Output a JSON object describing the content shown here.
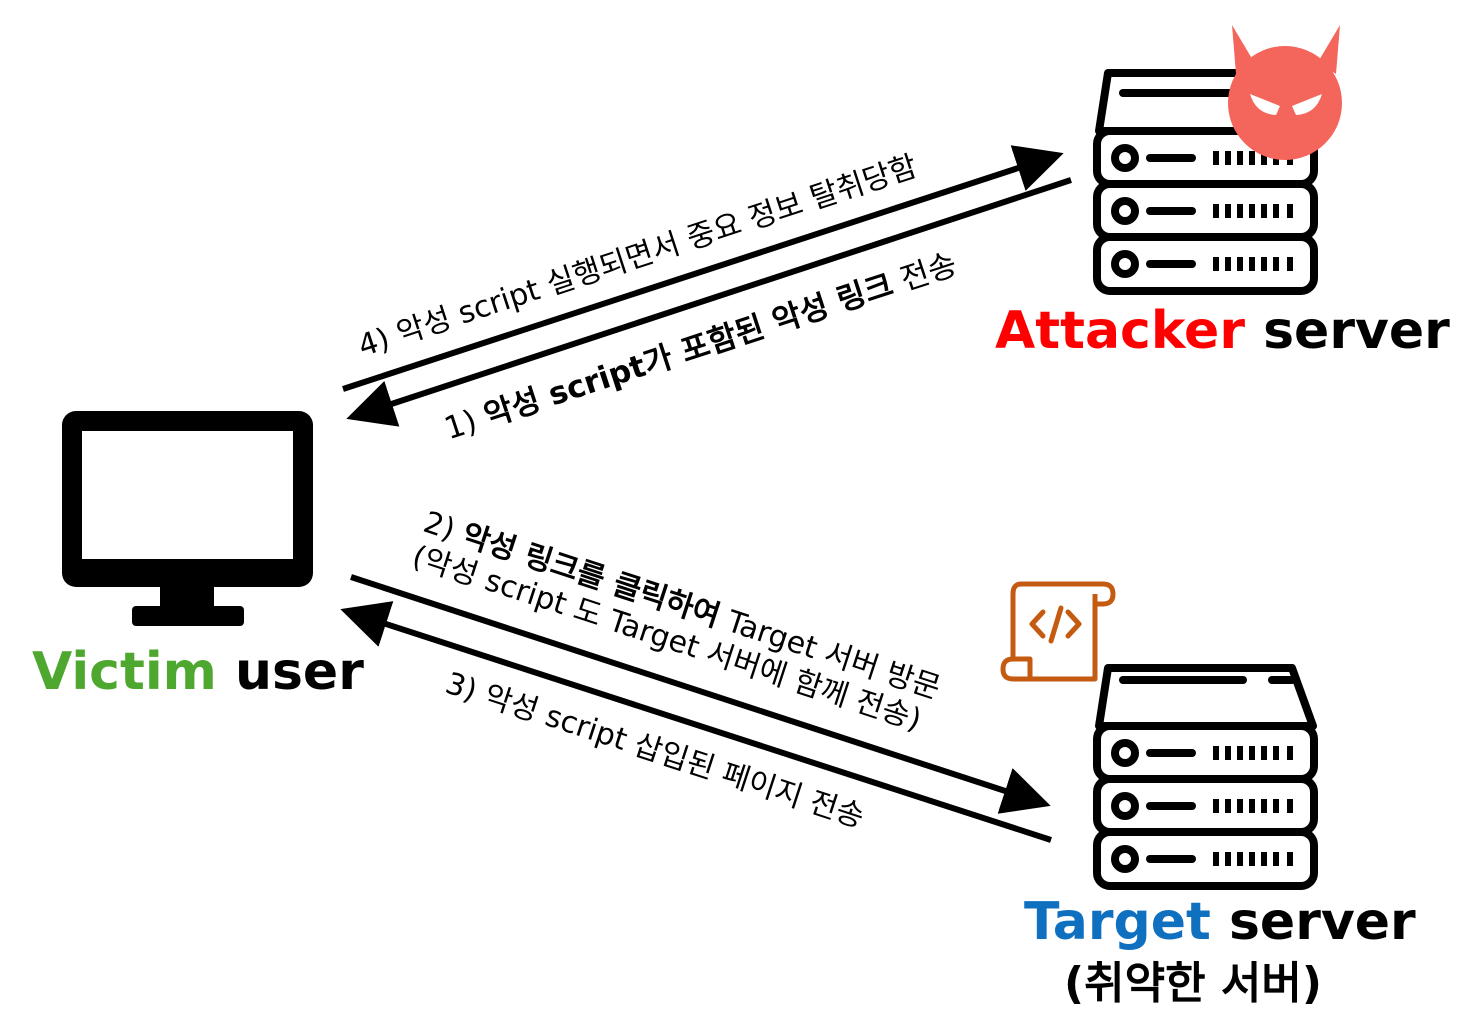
{
  "colors": {
    "victim": "#4ea72e",
    "attacker": "#ff0000",
    "target": "#0f70c0",
    "devil": "#f4665b",
    "script_icon": "#c55a11",
    "ink": "#000000"
  },
  "nodes": {
    "victim": {
      "name": "Victim",
      "role": "user"
    },
    "attacker": {
      "name": "Attacker",
      "role": "server"
    },
    "target": {
      "name": "Target",
      "role": "server",
      "note": "(취약한 서버)"
    }
  },
  "icons": {
    "victim": "monitor-icon",
    "attacker": "server-icon",
    "attacker_badge": "devil-icon",
    "target": "server-icon",
    "target_badge": "code-scroll-icon"
  },
  "edges": {
    "step4": {
      "prefix": "4) 악성 script 실행되면서 중요 정보 탈취당함"
    },
    "step1": {
      "prefix": "1) ",
      "bold": "악성 script가 포함된 악성 링크",
      "suffix": " 전송"
    },
    "step2": {
      "prefix": "2) ",
      "bold": "악성 링크를 클릭하여",
      "suffix": " Target 서버 방문",
      "line2": "(악성 script 도 Target 서버에 함께 전송)"
    },
    "step3": {
      "prefix": "3) 악성 script 삽입된 페이지 전송"
    }
  }
}
